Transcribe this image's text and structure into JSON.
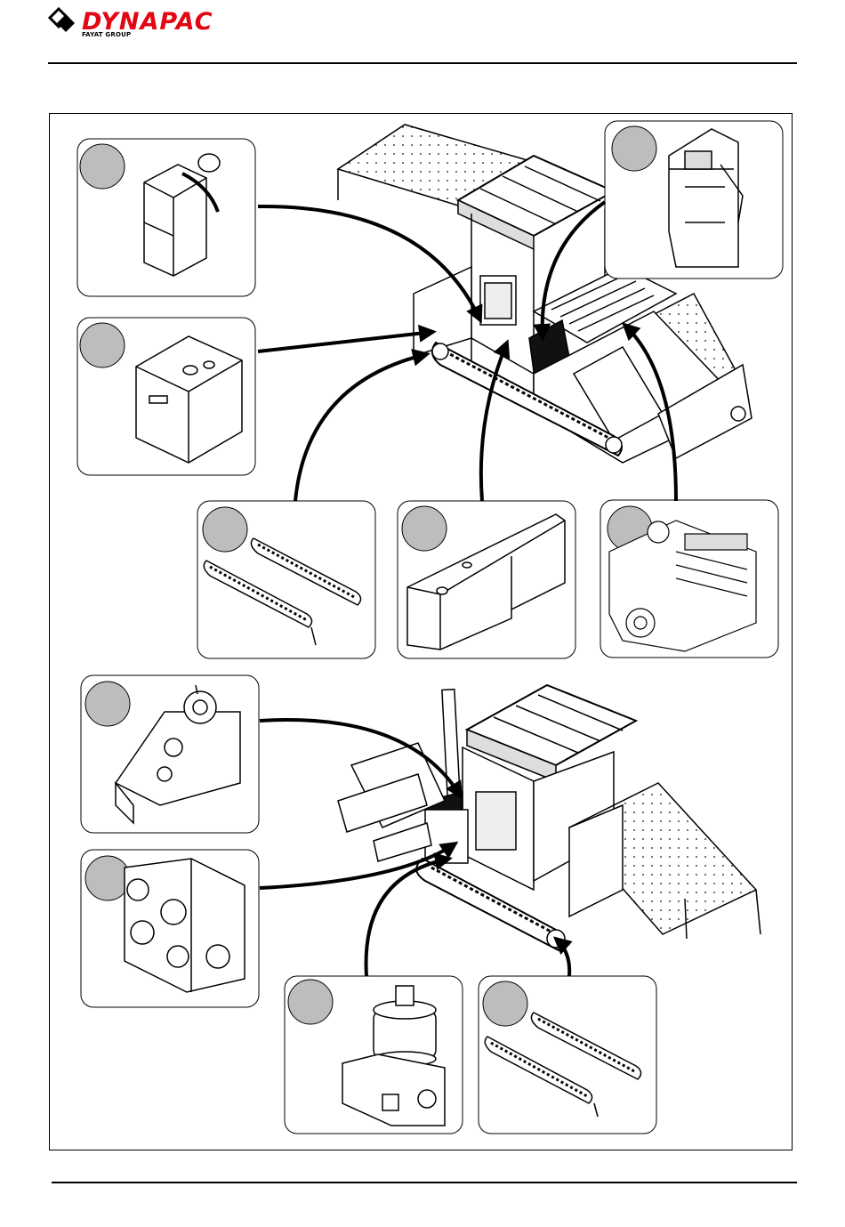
{
  "header": {
    "logo_text": "DYNAPAC",
    "logo_subtext": "FAYAT GROUP",
    "brand_color": "#e30613"
  },
  "figure": {
    "callouts": [
      {
        "id": "fuel-can",
        "icon": "fuel-can-icon"
      },
      {
        "id": "hydraulic-tank",
        "icon": "hydraulic-tank-icon"
      },
      {
        "id": "track-chain-left",
        "icon": "track-chain-icon"
      },
      {
        "id": "fuel-tank",
        "icon": "fuel-tank-icon"
      },
      {
        "id": "engine",
        "icon": "engine-icon"
      },
      {
        "id": "radiator",
        "icon": "radiator-icon"
      },
      {
        "id": "pump-drive",
        "icon": "pump-drive-icon"
      },
      {
        "id": "gearbox",
        "icon": "gearbox-icon"
      },
      {
        "id": "lubrication-unit",
        "icon": "lubrication-pump-icon"
      },
      {
        "id": "track-chain-right",
        "icon": "track-chain-icon"
      }
    ]
  }
}
